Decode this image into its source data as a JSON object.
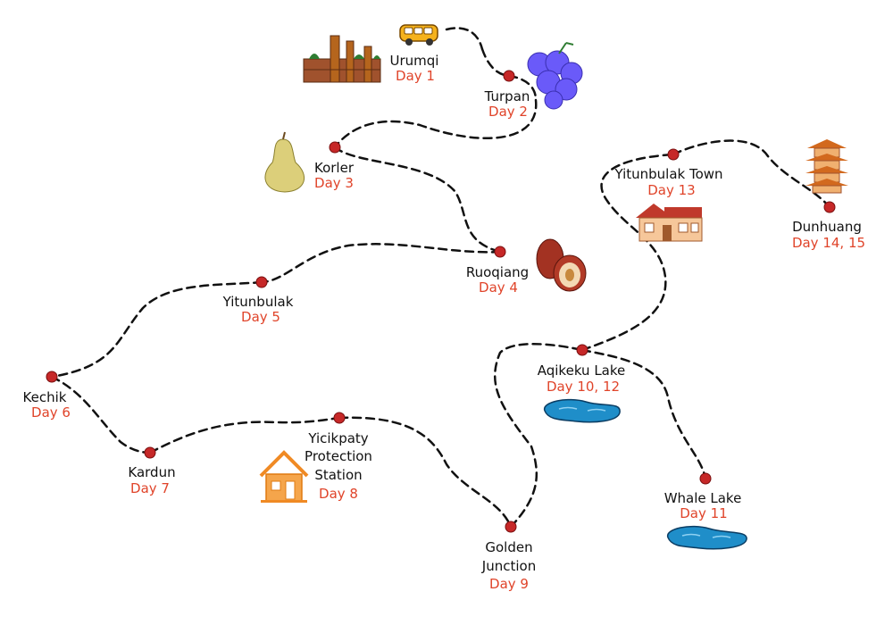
{
  "map": {
    "colors": {
      "route": "#111111",
      "marker": "#c62828",
      "day_text": "#e0442a",
      "name_text": "#111111"
    },
    "stops": [
      {
        "id": "urumqi",
        "name_lines": [
          "Urumqi"
        ],
        "day": "Day 1",
        "icon": "mosque-icon"
      },
      {
        "id": "turpan",
        "name_lines": [
          "Turpan"
        ],
        "day": "Day 2",
        "icon": "grapes-icon"
      },
      {
        "id": "korler",
        "name_lines": [
          "Korler"
        ],
        "day": "Day 3",
        "icon": "pear-icon"
      },
      {
        "id": "ruoqiang",
        "name_lines": [
          "Ruoqiang"
        ],
        "day": "Day 4",
        "icon": "jujube-icon"
      },
      {
        "id": "yitunbulak",
        "name_lines": [
          "Yitunbulak"
        ],
        "day": "Day 5",
        "icon": ""
      },
      {
        "id": "kechik",
        "name_lines": [
          "Kechik"
        ],
        "day": "Day 6",
        "icon": ""
      },
      {
        "id": "kardun",
        "name_lines": [
          "Kardun"
        ],
        "day": "Day 7",
        "icon": ""
      },
      {
        "id": "yicikpaty",
        "name_lines": [
          "Yicikpaty",
          "Protection",
          "Station"
        ],
        "day": "Day 8",
        "icon": "house-orange-icon"
      },
      {
        "id": "golden-junction",
        "name_lines": [
          "Golden",
          "Junction"
        ],
        "day": "Day 9",
        "icon": ""
      },
      {
        "id": "aqikeku-lake",
        "name_lines": [
          "Aqikeku Lake"
        ],
        "day": "Day 10, 12",
        "icon": "lake-icon"
      },
      {
        "id": "whale-lake",
        "name_lines": [
          "Whale Lake"
        ],
        "day": "Day 11",
        "icon": "lake-icon"
      },
      {
        "id": "yitunbulak-town",
        "name_lines": [
          "Yitunbulak Town"
        ],
        "day": "Day 13",
        "icon": "house-icon"
      },
      {
        "id": "dunhuang",
        "name_lines": [
          "Dunhuang"
        ],
        "day": "Day 14, 15",
        "icon": "pagoda-icon"
      }
    ],
    "decorations": [
      "van-icon"
    ]
  }
}
